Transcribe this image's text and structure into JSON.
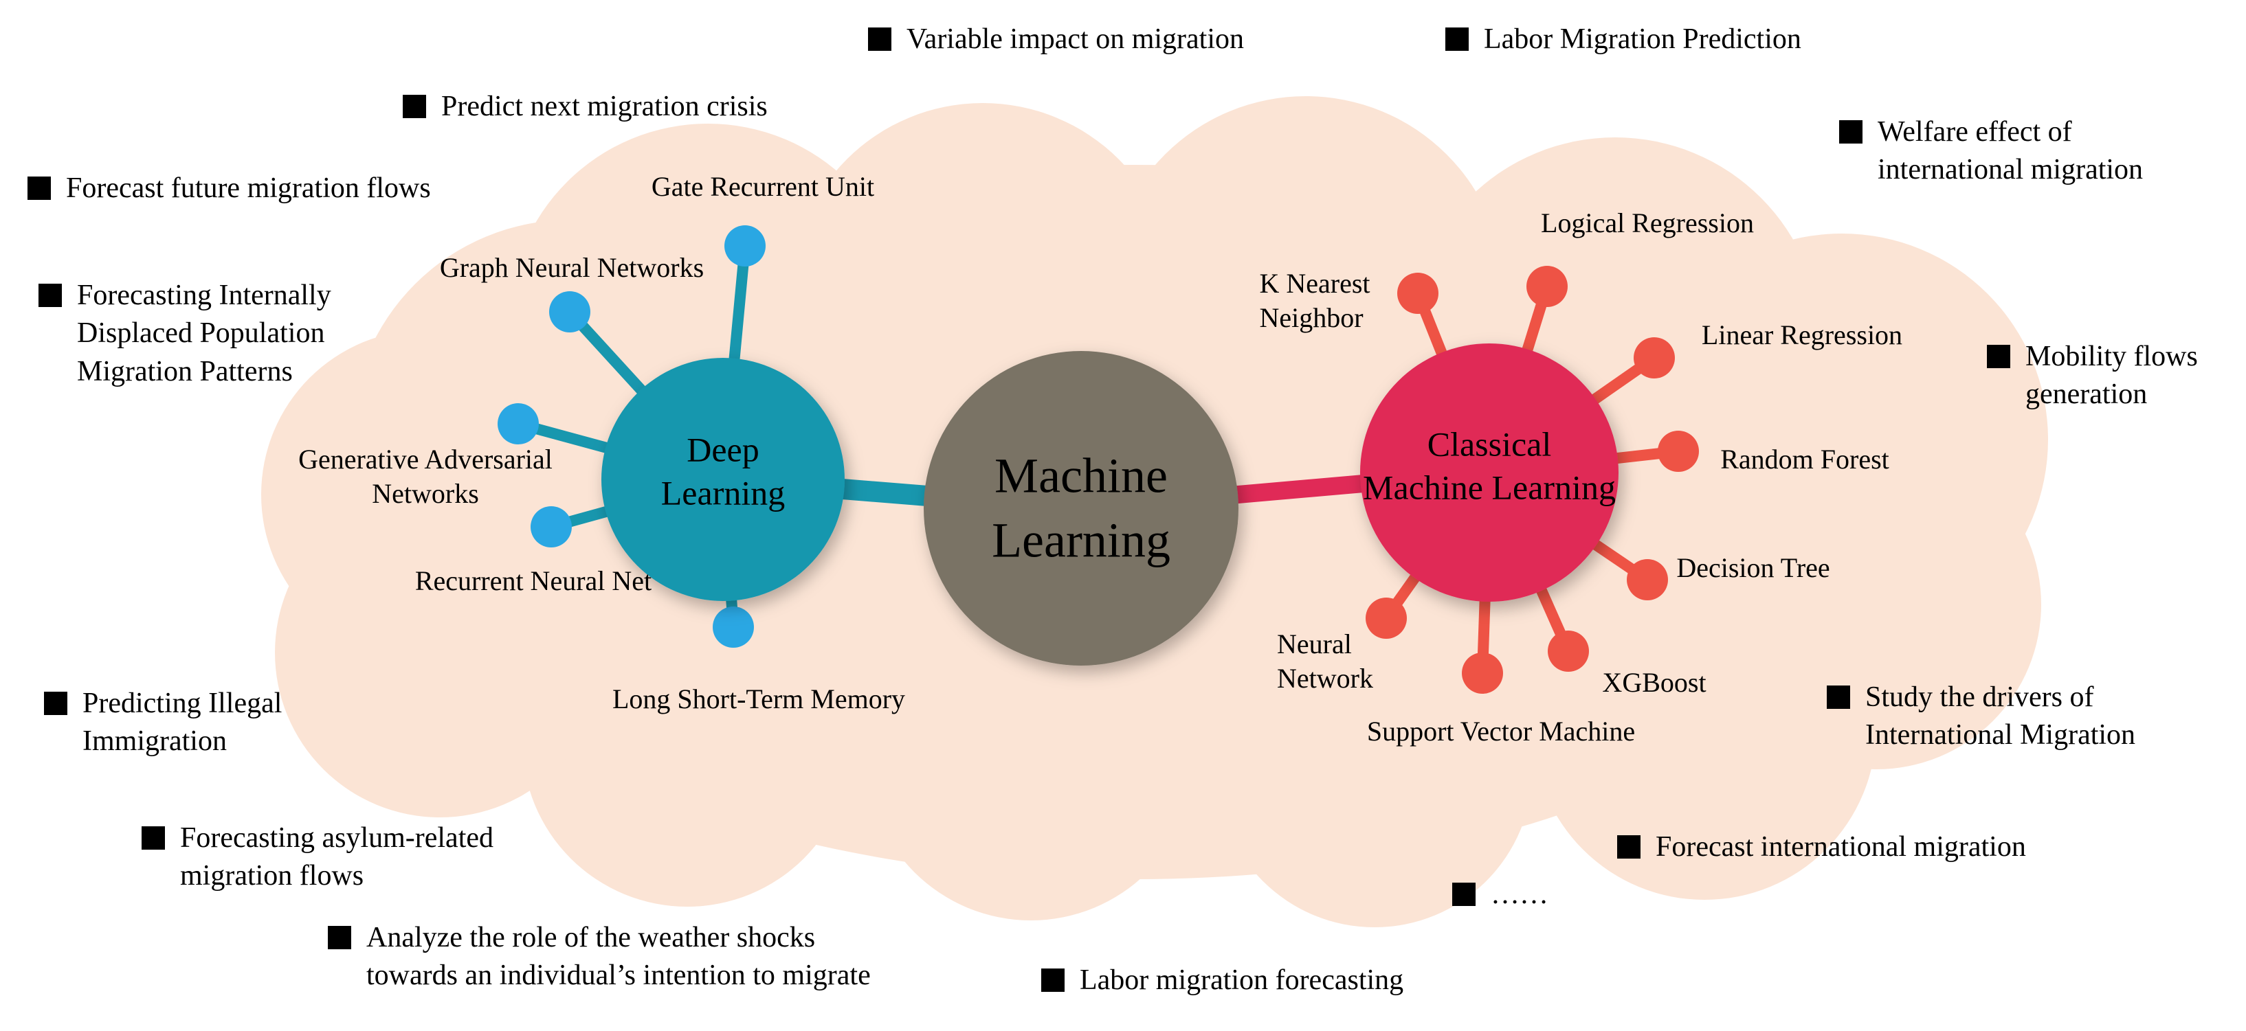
{
  "figure": {
    "title": "Machine Learning methods and migration applications mind map"
  },
  "colors": {
    "cloud": "#FBE4D5",
    "center_circle": "#7A7365",
    "deep_hub": "#1897AE",
    "deep_dot": "#2AA7E3",
    "classical_hub": "#E02A57",
    "classical_dot": "#EE5345",
    "text": "#000000",
    "bullet": "#000000"
  },
  "center": {
    "label": "Machine\nLearning"
  },
  "deep": {
    "label": "Deep\nLearning",
    "satellites": [
      {
        "label": "Gate Recurrent Unit"
      },
      {
        "label": "Graph Neural Networks"
      },
      {
        "label": "Generative Adversarial\nNetworks"
      },
      {
        "label": "Recurrent Neural Net"
      },
      {
        "label": "Long Short-Term Memory"
      }
    ]
  },
  "classical": {
    "label": "Classical\nMachine Learning",
    "satellites": [
      {
        "label": "K Nearest\nNeighbor"
      },
      {
        "label": "Logical Regression"
      },
      {
        "label": "Linear Regression"
      },
      {
        "label": "Random Forest"
      },
      {
        "label": "Decision Tree"
      },
      {
        "label": "XGBoost"
      },
      {
        "label": "Support Vector Machine"
      },
      {
        "label": "Neural\nNetwork"
      }
    ]
  },
  "applications": [
    {
      "text": "Variable impact on migration"
    },
    {
      "text": "Labor Migration Prediction"
    },
    {
      "text": "Predict next migration crisis"
    },
    {
      "text": "Forecast future migration flows"
    },
    {
      "text": "Welfare effect of\ninternational migration"
    },
    {
      "text": "Forecasting Internally\nDisplaced Population\nMigration Patterns"
    },
    {
      "text": "Mobility flows\ngeneration"
    },
    {
      "text": "Predicting Illegal\nImmigration"
    },
    {
      "text": "Study the drivers of\nInternational Migration"
    },
    {
      "text": "Forecasting asylum-related\nmigration flows"
    },
    {
      "text": "Forecast international migration"
    },
    {
      "text": "……"
    },
    {
      "text": "Analyze the role of the weather shocks\ntowards an individual’s intention to migrate"
    },
    {
      "text": "Labor migration forecasting"
    }
  ]
}
